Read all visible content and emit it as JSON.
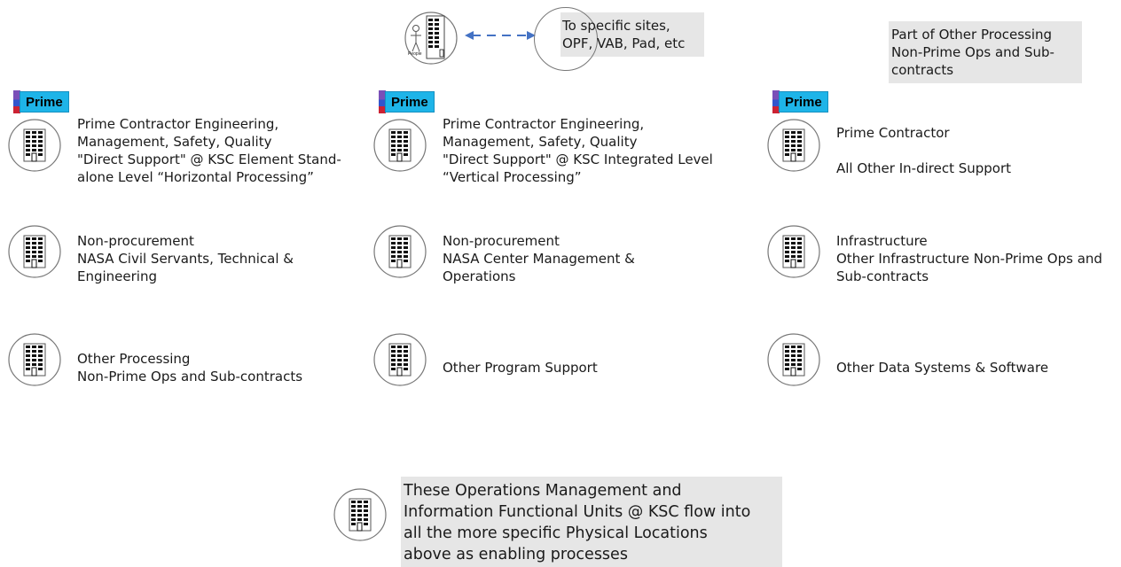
{
  "top": {
    "site_label": "To specific sites,\nOPF, VAB, Pad, etc",
    "people_label": "People",
    "note": "Part of Other Processing\nNon-Prime Ops and Sub-\ncontracts"
  },
  "badge": "Prime",
  "columns": [
    {
      "units": [
        {
          "text": "Prime Contractor Engineering,\nManagement, Safety, Quality\n\"Direct Support\" @ KSC Element Stand-\nalone Level “Horizontal Processing”"
        },
        {
          "text": "Non-procurement\nNASA Civil Servants,  Technical &\nEngineering"
        },
        {
          "text": "Other Processing\nNon-Prime Ops and Sub-contracts"
        }
      ]
    },
    {
      "units": [
        {
          "text": "Prime Contractor Engineering,\nManagement, Safety, Quality\n\"Direct Support\" @ KSC Integrated Level\n“Vertical Processing”"
        },
        {
          "text": "Non-procurement\nNASA Center Management &\nOperations"
        },
        {
          "text": "Other Program Support"
        }
      ]
    },
    {
      "units": [
        {
          "text": "Prime Contractor\n\nAll Other In-direct Support"
        },
        {
          "text": "Infrastructure\nOther Infrastructure Non-Prime Ops and\nSub-contracts"
        },
        {
          "text": "Other Data Systems & Software"
        }
      ]
    }
  ],
  "footer_note": "These Operations Management and\nInformation Functional Units @ KSC flow into\nall the more specific Physical Locations\nabove as enabling processes",
  "colors": {
    "badge": "#1eb4e8",
    "arrow": "#4472c4",
    "gray_box": "#e6e6e6"
  }
}
